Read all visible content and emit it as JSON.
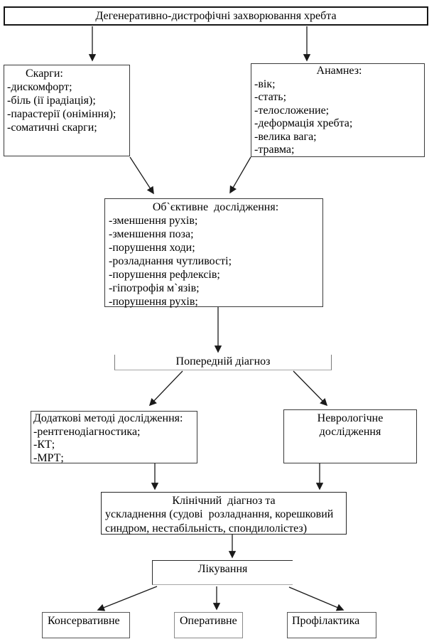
{
  "title": "Дегенеративно-дистрофічні захворювання хребта",
  "boxes": {
    "skargi": {
      "title": "Скарги:",
      "items": [
        "-дискомфорт;",
        "-біль (ії ірадіація);",
        "-парастерії (оніміння);",
        "-соматичні скарги;"
      ]
    },
    "anamnez": {
      "title": "Анамнез:",
      "items": [
        "-вік;",
        "-стать;",
        "-телосложение;",
        "-деформація хребта;",
        "-велика вага;",
        "-травма;"
      ]
    },
    "obiektyvne": {
      "title": "Об`єктивне  дослідження:",
      "items": [
        "-зменшення рухів;",
        "-зменшення поза;",
        "-порушення ходи;",
        "-розладнання чутливості;",
        "-порушення рефлексів;",
        "-гіпотрофія м`язів;",
        "-порушення рухів;"
      ]
    },
    "poperednii": {
      "title": "Попередній діагноз"
    },
    "dodatkovi": {
      "title": "Додаткові методі дослідження:",
      "items": [
        "-рентгенодіагностика;",
        "-КТ;",
        "-МРТ;"
      ]
    },
    "nevrolohichne": {
      "line1": "Неврологічне",
      "line2": "дослідження"
    },
    "klinichnyi": {
      "line1": "Клінічний  діагноз та",
      "line2": "ускладнення (судові  розладнання, корешковий",
      "line3": "синдром, нестабільність, спондилолістез)"
    },
    "likuvannia": {
      "title": "Лікування"
    },
    "konservatyvne": {
      "title": "Консервативне"
    },
    "operatyvne": {
      "title": "Оперативне"
    },
    "profilaktyka": {
      "title": "Профілактика"
    }
  },
  "colors": {
    "background": "#ffffff",
    "text": "#000000",
    "border": "#3a3a3a",
    "border_light": "#a6a6a6",
    "arrow": "#1a1a1a"
  }
}
